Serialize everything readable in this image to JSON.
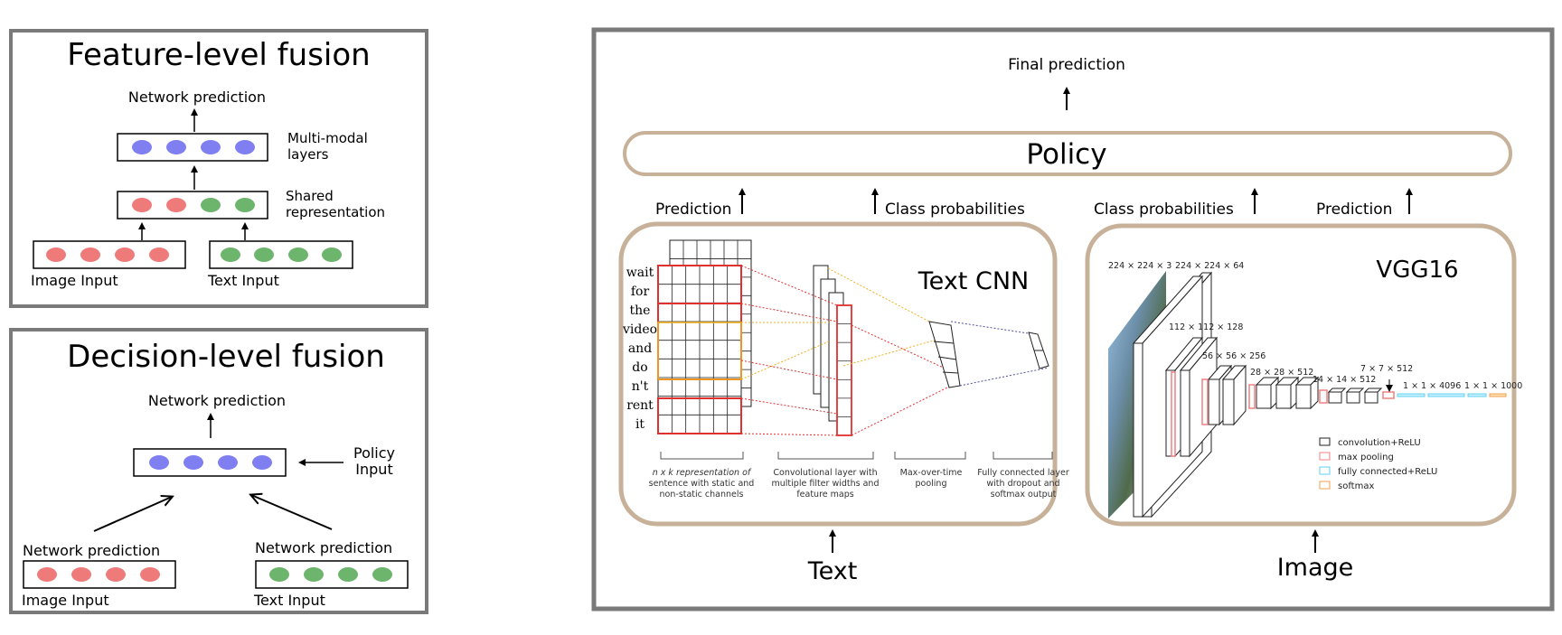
{
  "feature_panel": {
    "title": "Feature-level fusion",
    "network_prediction": "Network prediction",
    "multimodal_label_1": "Multi-modal",
    "multimodal_label_2": "layers",
    "shared_label_1": "Shared",
    "shared_label_2": "representation",
    "image_input": "Image Input",
    "text_input": "Text Input"
  },
  "decision_panel": {
    "title": "Decision-level fusion",
    "network_prediction_top": "Network prediction",
    "policy_input_1": "Policy",
    "policy_input_2": "Input",
    "network_prediction_left": "Network prediction",
    "network_prediction_right": "Network prediction",
    "image_input": "Image Input",
    "text_input": "Text Input"
  },
  "main_panel": {
    "final_prediction": "Final prediction",
    "policy": "Policy",
    "prediction_left": "Prediction",
    "class_probabilities_left": "Class probabilities",
    "class_probabilities_right": "Class probabilities",
    "prediction_right": "Prediction",
    "text_cnn": {
      "title": "Text CNN",
      "words": [
        "wait",
        "for",
        "the",
        "video",
        "and",
        "do",
        "n't",
        "rent",
        "it"
      ],
      "caption_1": [
        "n x k representation of",
        "sentence with static and",
        "non-static channels"
      ],
      "caption_2": [
        "Convolutional layer with",
        "multiple filter widths and",
        "feature maps"
      ],
      "caption_3": [
        "Max-over-time",
        "pooling"
      ],
      "caption_4": [
        "Fully connected layer",
        "with dropout and",
        "softmax output"
      ]
    },
    "text_input": "Text",
    "vgg": {
      "title": "VGG16",
      "dims": [
        "224 × 224 × 3",
        "224 × 224 × 64",
        "112 × 112 × 128",
        "56 × 56 × 256",
        "28 × 28 × 512",
        "14 × 14 × 512",
        "7 × 7 × 512",
        "1 × 1 × 4096",
        "1 × 1 × 1000"
      ],
      "legend": [
        "convolution+ReLU",
        "max pooling",
        "fully connected+ReLU",
        "softmax"
      ]
    },
    "image_input": "Image"
  },
  "colors": {
    "panel_border": "#7a7a7a",
    "tan": "#c7b199",
    "node_blue": "#7f7ff2",
    "node_red": "#ef7a7a",
    "node_green": "#6db56d",
    "cnn_red": "#e03030",
    "cnn_orange": "#f0b020",
    "cnn_blue": "#5050a0",
    "vgg_pink": "#f08080",
    "vgg_cyan": "#60d0f0",
    "vgg_orange": "#f0a050"
  }
}
